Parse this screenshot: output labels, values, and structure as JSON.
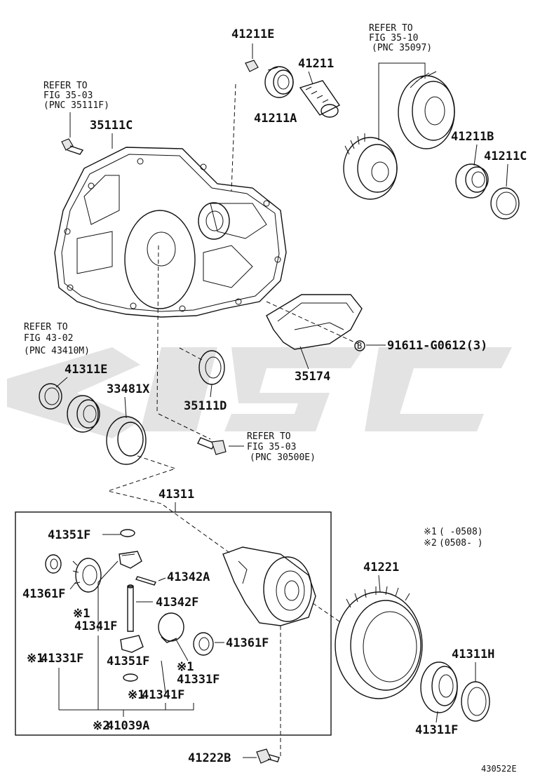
{
  "labels": {
    "p41211E": "41211E",
    "p41211": "41211",
    "p41211A": "41211A",
    "p41211B": "41211B",
    "p41211C": "41211C",
    "p35111C": "35111C",
    "p41311E": "41311E",
    "p33481X": "33481X",
    "p35111D": "35111D",
    "p35174": "35174",
    "p91611": "91611-G0612(3)",
    "p41311": "41311",
    "p41351F_a": "41351F",
    "p41342A": "41342A",
    "p41342F": "41342F",
    "p41361F_a": "41361F",
    "p41341F_a": "41341F",
    "p41331F_a": "41331F",
    "p41351F_b": "41351F",
    "p41361F_b": "41361F",
    "p41331F_b": "41331F",
    "p41341F_b": "41341F",
    "p41039A": "41039A",
    "p41221": "41221",
    "p41311H": "41311H",
    "p41311F": "41311F",
    "p41222B": "41222B"
  },
  "marks": {
    "mark1": "※1",
    "mark2": "※2",
    "circle_b": "B"
  },
  "refs": {
    "r1": {
      "line1": "REFER TO",
      "line2": "FIG 35-10",
      "line3": "(PNC 35097)"
    },
    "r2": {
      "line1": "REFER TO",
      "line2": "FIG 35-03",
      "line3": "(PNC 35111F)"
    },
    "r3": {
      "line1": "REFER TO",
      "line2": "FIG 43-02",
      "line3": "(PNC 43410M)"
    },
    "r4": {
      "line1": "REFER TO",
      "line2": "FIG 35-03",
      "line3": "(PNC 30500E)"
    }
  },
  "legend": {
    "l1_mark": "※1",
    "l1_text": "(      -0508)",
    "l2_mark": "※2",
    "l2_text": "(0508-      )"
  },
  "figure_id": "430522E"
}
